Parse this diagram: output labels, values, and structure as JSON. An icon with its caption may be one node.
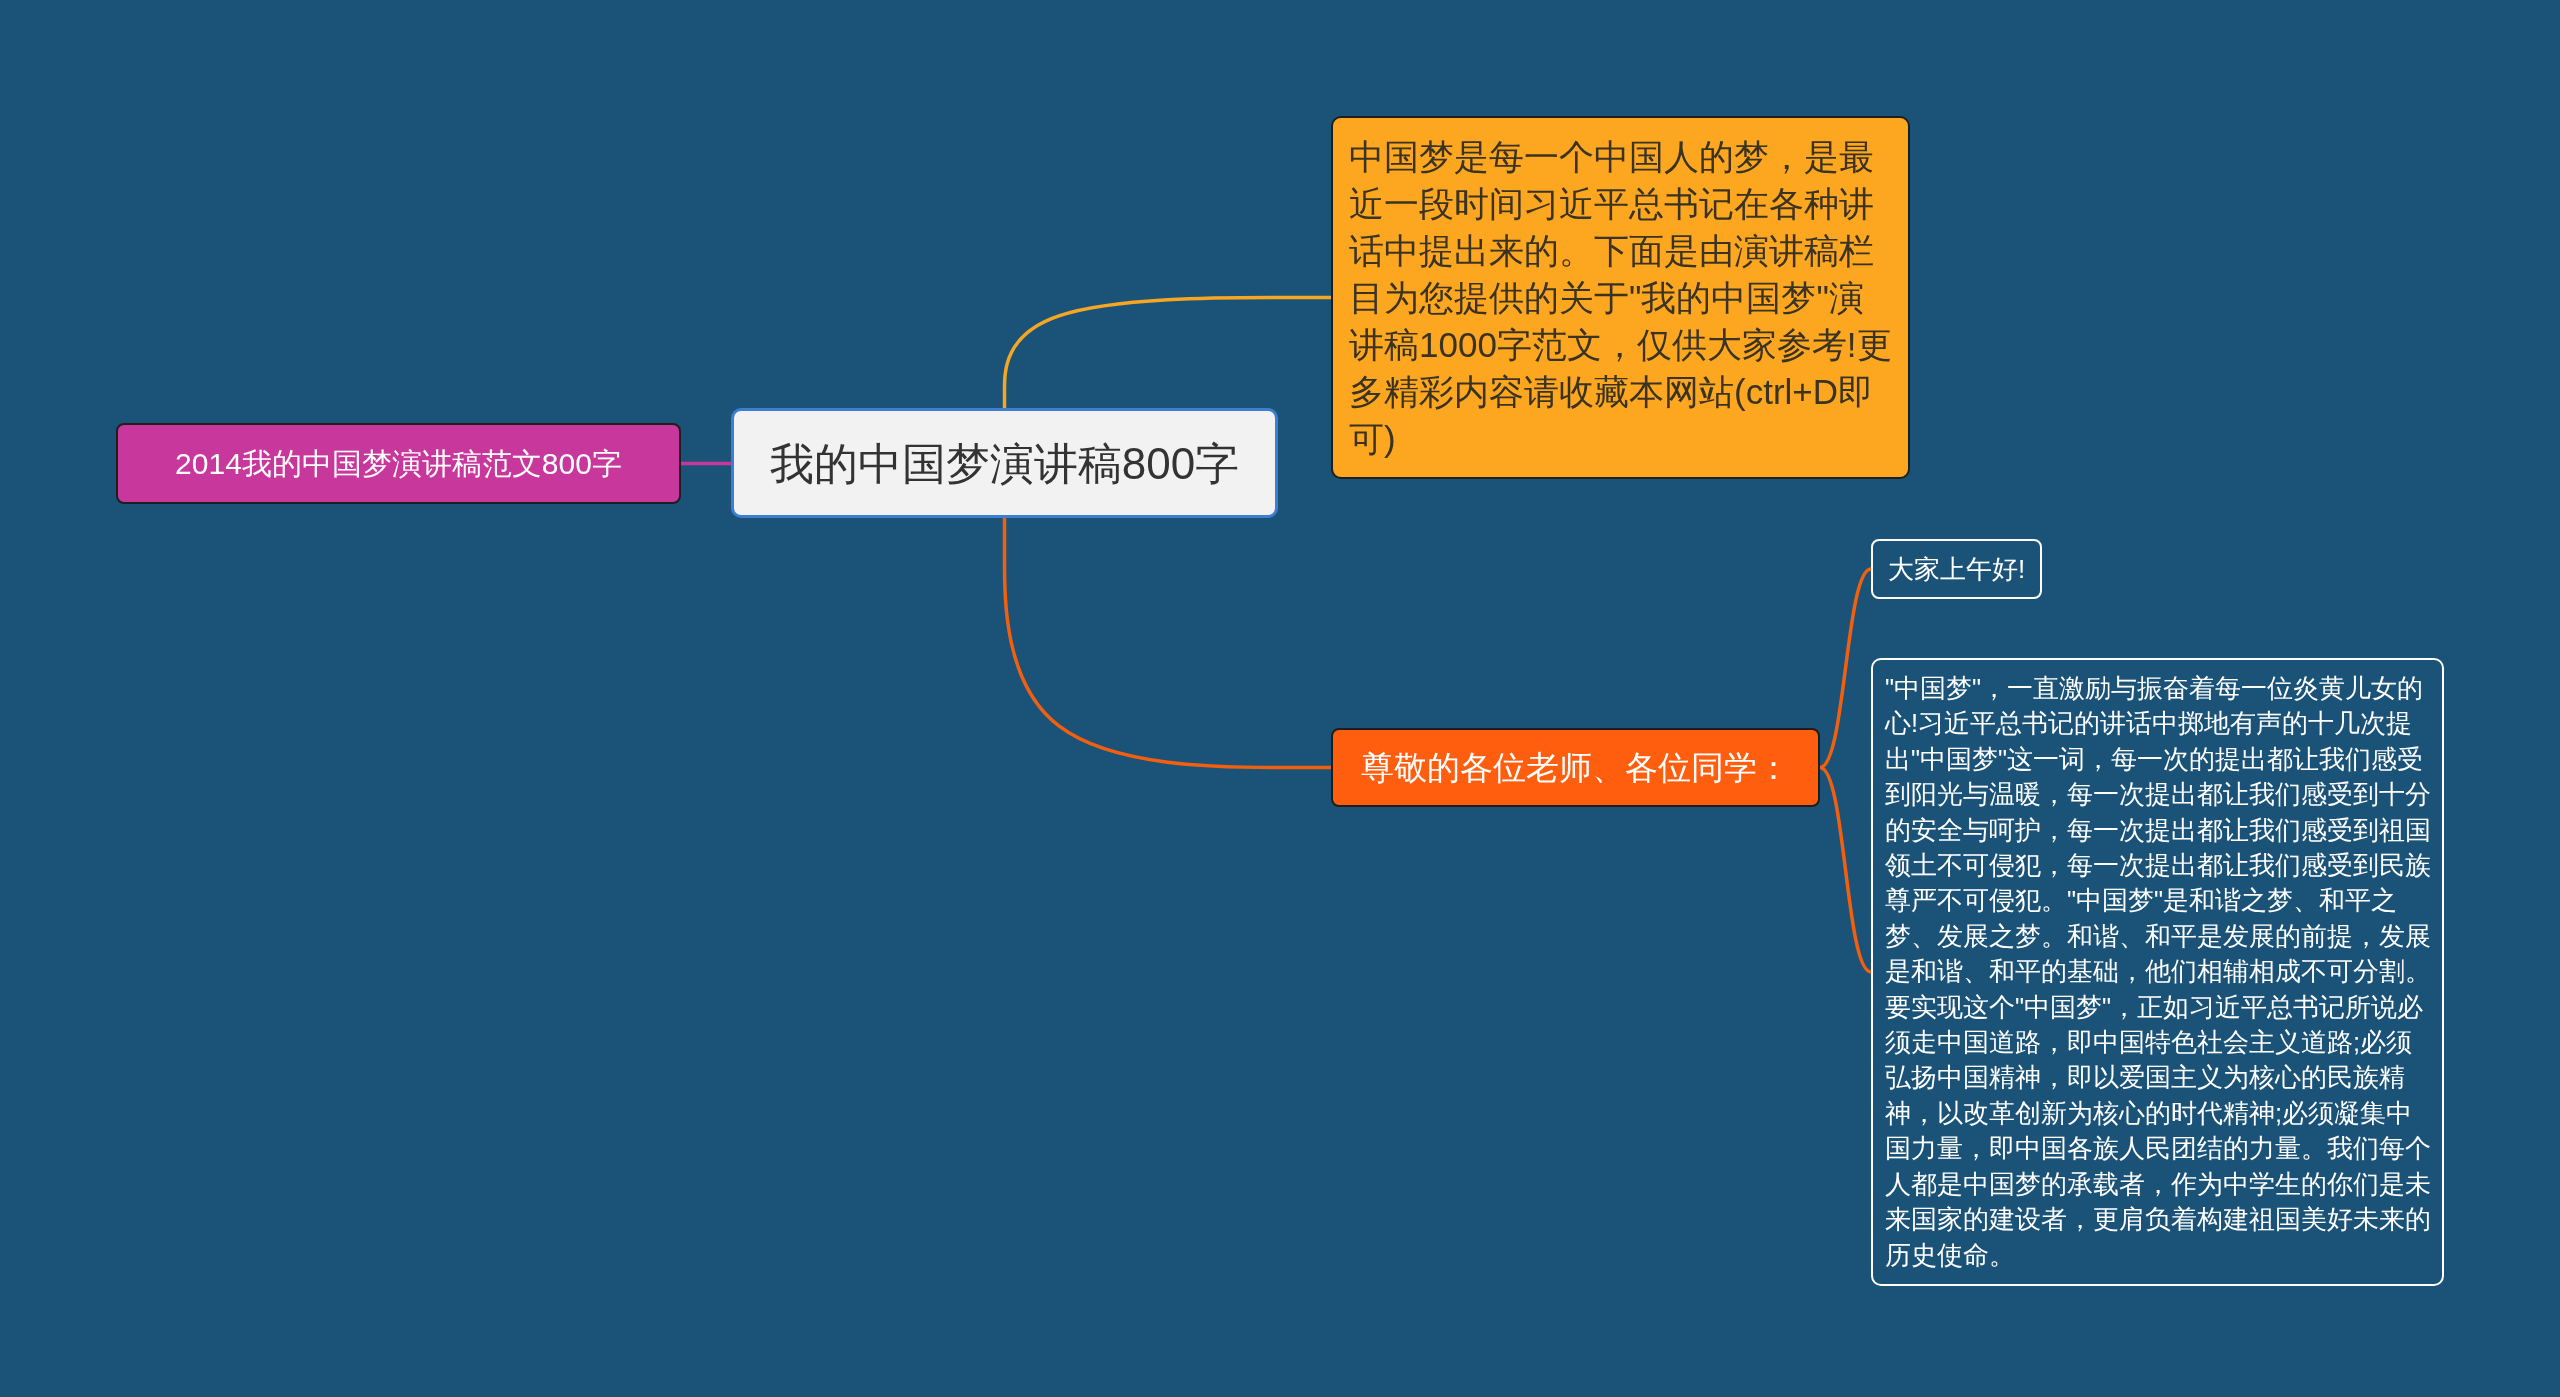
{
  "diagram": {
    "nodes": [
      {
        "text": [
          "我的中国梦演讲稿800字"
        ]
      },
      {
        "text": [
          "2014我的中国梦演讲稿范文800字"
        ]
      },
      {
        "text": [
          "中国梦是每一个中国人的梦，是最近一段时间习近平总书记在各种讲话中提出来的。下面是由演讲稿栏目为您提供的关于\"我的中国梦\"演讲稿1000字范文，仅供大家参考!更多精彩内容请收藏本网站(ctrl+D即可)"
        ]
      },
      {
        "text": [
          "尊敬的各位老师、各位同学："
        ]
      },
      {
        "text": [
          "大家上午好!"
        ]
      },
      {
        "text": [
          "\"中国梦\"，一直激励与振奋着每一位炎黄儿女的心!习近平总书记的讲话中掷地有声的十几次提出\"中国梦\"这一词，每一次的提出都让我们感受到阳光与温暖，每一次提出都让我们感受到十分的安全与呵护，每一次提出都让我们感受到祖国领土不可侵犯，每一次提出都让我们感受到民族尊严不可侵犯。\"中国梦\"是和谐之梦、和平之梦、发展之梦。和谐、和平是发展的前提，发展是和谐、和平的基础，他们相辅相成不可分割。要实现这个\"中国梦\"，正如习近平总书记所说必须走中国道路，即中国特色社会主义道路;必须弘扬中国精神，即以爱国主义为核心的民族精神，以改革创新为核心的时代精神;必须凝集中国力量，即中国各族人民团结的力量。我们每个人都是中国梦的承载者，作为中学生的你们是未来国家的建设者，更肩负着构建祖国美好未来的历史使命。"
        ]
      }
    ],
    "edges": [
      {
        "from": 0,
        "to": 1,
        "arrow": "none",
        "color": "#c8379b"
      },
      {
        "from": 0,
        "to": 2,
        "arrow": "none",
        "color": "#f5a623"
      },
      {
        "from": 0,
        "to": 3,
        "arrow": "none"
      },
      {
        "from": 3,
        "to": 4,
        "arrow": "none"
      },
      {
        "from": 3,
        "to": 5,
        "arrow": "none"
      }
    ]
  }
}
